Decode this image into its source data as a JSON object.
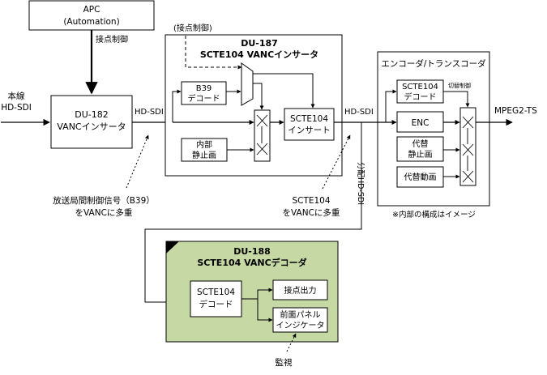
{
  "apc": {
    "line1": "APC",
    "line2": "(Automation)"
  },
  "contact_control": "接点制御",
  "contact_control_paren": "(接点制御)",
  "input": {
    "line1": "本線",
    "line2": "HD-SDI"
  },
  "du182": {
    "line1": "DU-182",
    "line2": "VANCインサータ"
  },
  "hdsdi": "HD-SDI",
  "du187": {
    "title1": "DU-187",
    "title2": "SCTE104 VANCインサータ"
  },
  "b39_decode": {
    "line1": "B39",
    "line2": "デコード"
  },
  "internal_still": {
    "line1": "内部",
    "line2": "静止画"
  },
  "scte104_insert": {
    "line1": "SCTE104",
    "line2": "インサート"
  },
  "encoder": {
    "title": "エンコーダ/トランスコーダ"
  },
  "scte104_decode_enc": {
    "line1": "SCTE104",
    "line2": "デコード"
  },
  "switch_control": "切替制御",
  "enc": "ENC",
  "alt_still": {
    "line1": "代替",
    "line2": "静止画"
  },
  "alt_video": "代替動画",
  "output": "MPEG2-TS",
  "internal_note": "※内部の構成はイメージ",
  "annotation_b39": {
    "line1": "放送局間制御信号（B39）",
    "line2": "をVANCに多重"
  },
  "annotation_scte": {
    "line1": "SCTE104",
    "line2": "をVANCに多重"
  },
  "distribution": "分配HD-SDI",
  "du188": {
    "title1": "DU-188",
    "title2": "SCTE104 VANCデコーダ",
    "color": "#c6d9a4"
  },
  "scte104_decode_188": {
    "line1": "SCTE104",
    "line2": "デコード"
  },
  "contact_output": "接点出力",
  "front_panel": {
    "line1": "前面パネル",
    "line2": "インジケータ"
  },
  "monitor": "監視"
}
